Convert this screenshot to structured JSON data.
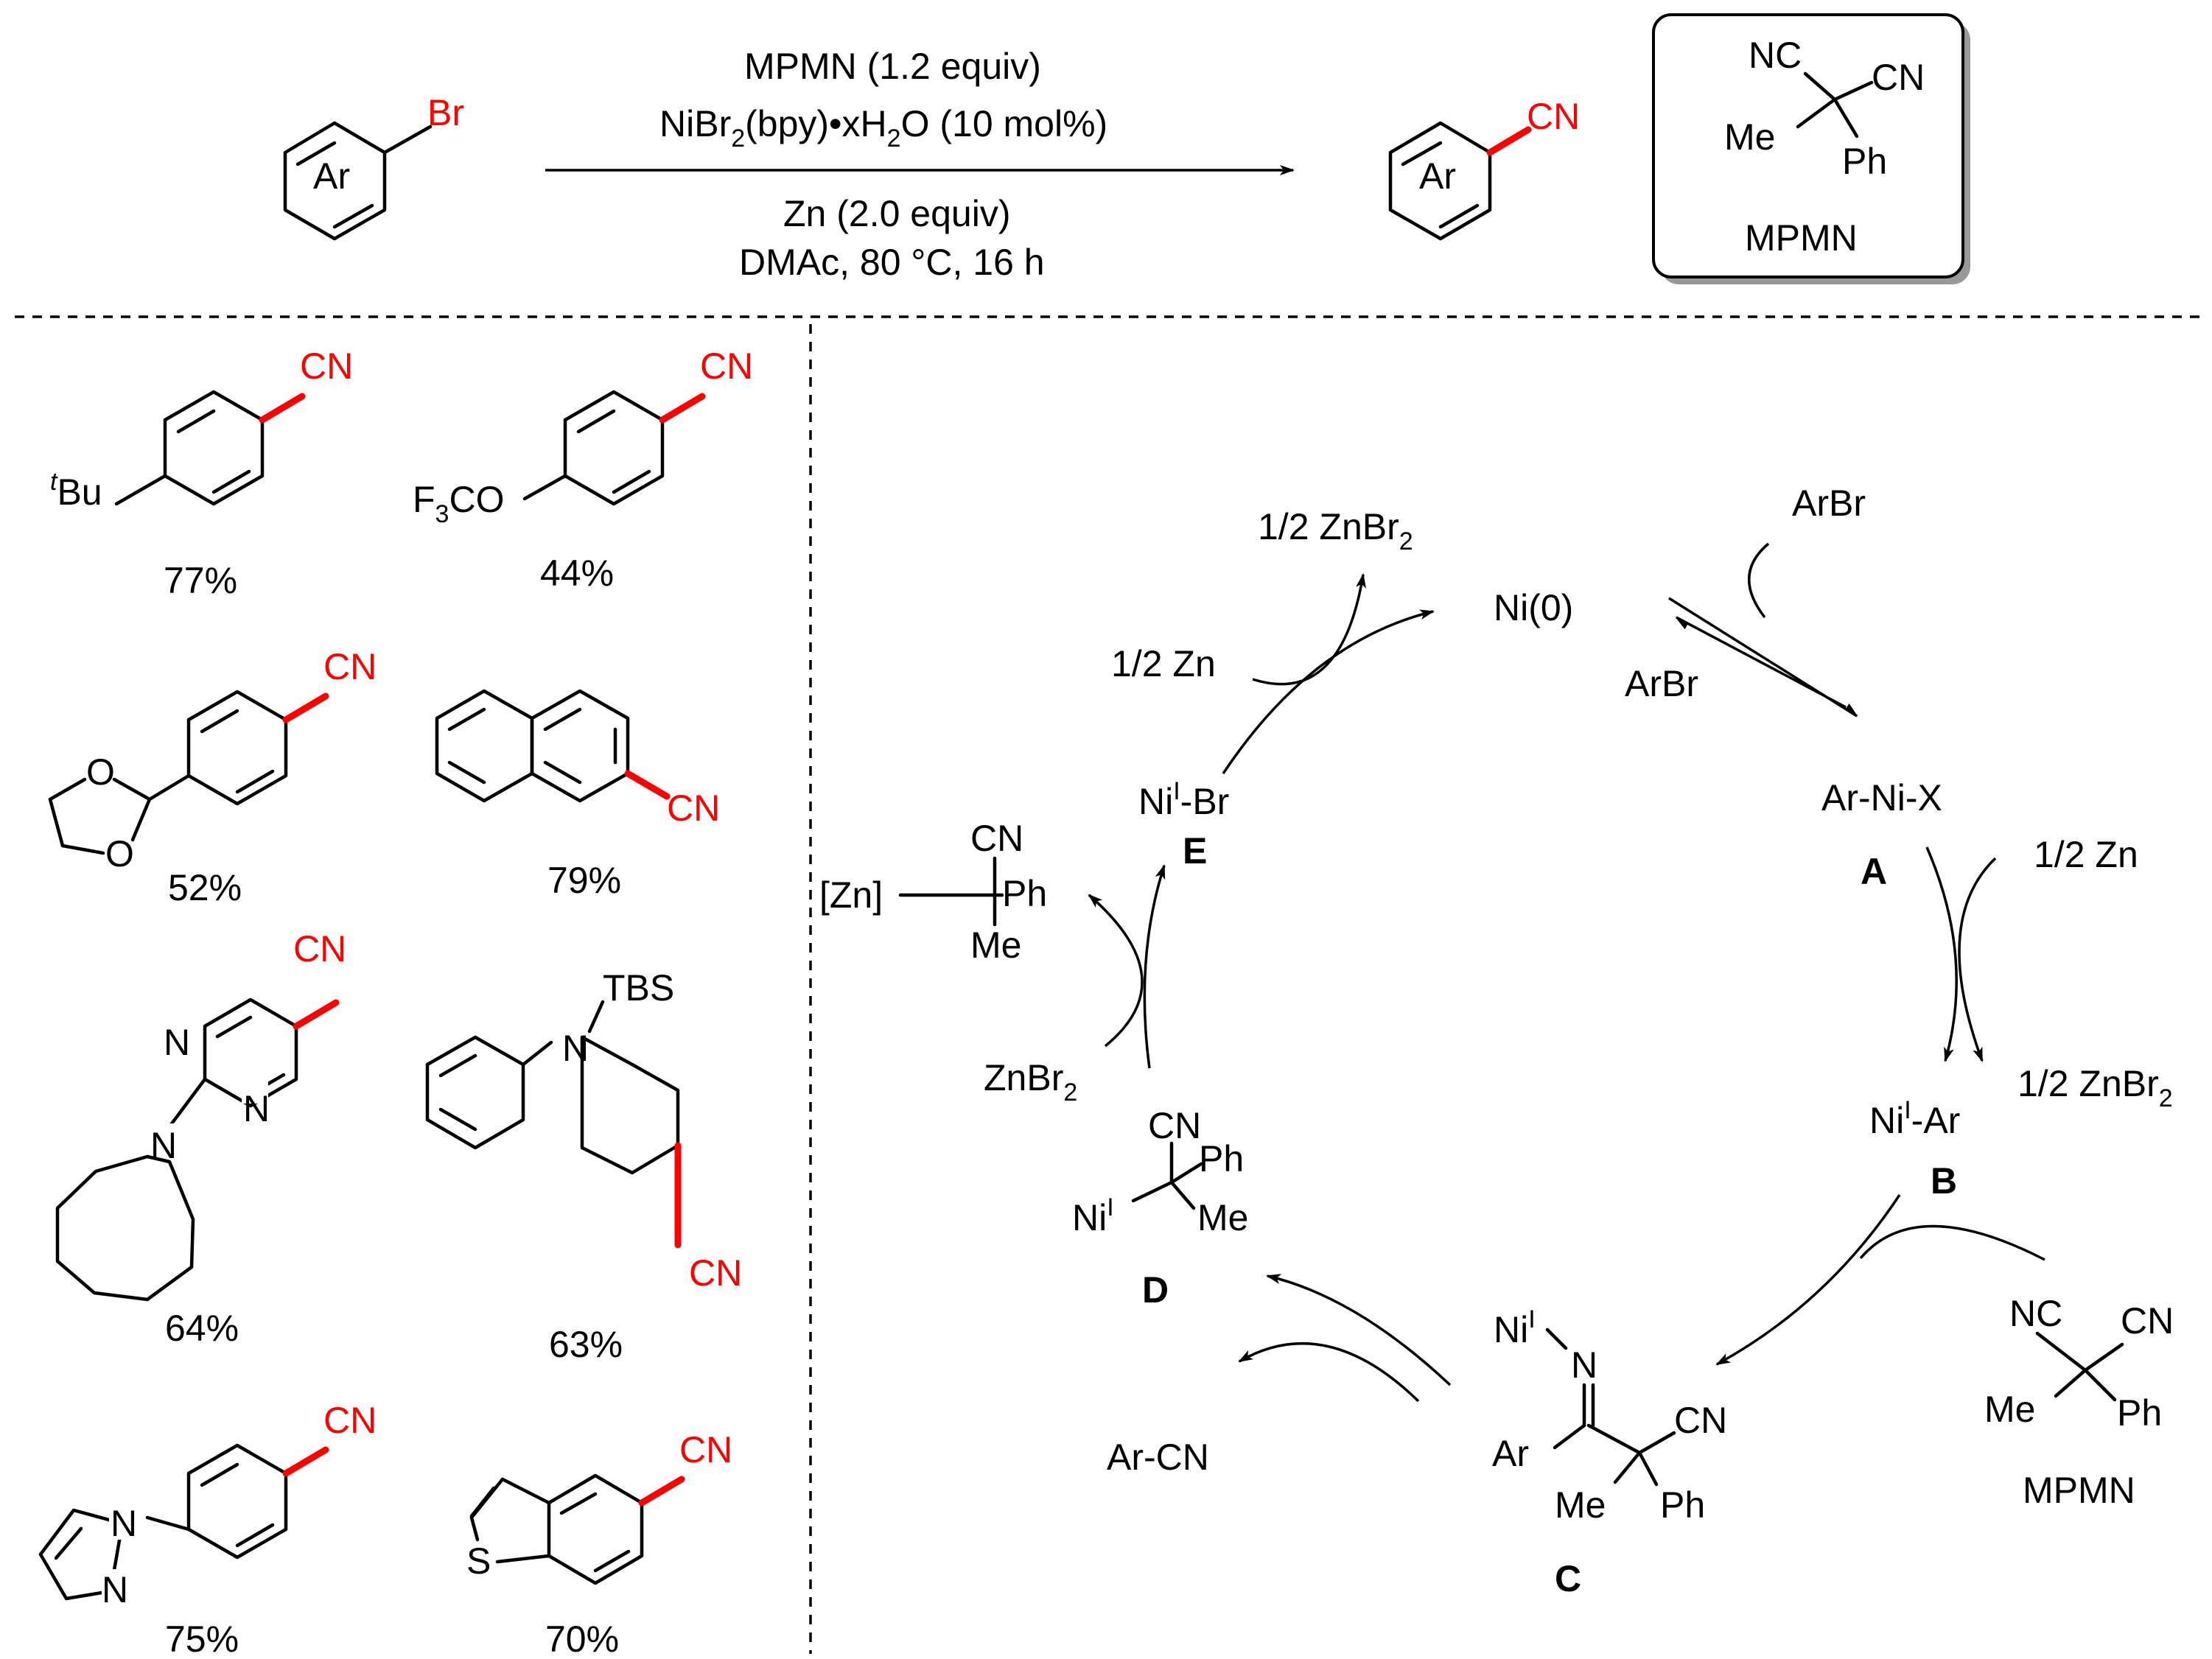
{
  "reaction": {
    "reactant_label": "Ar",
    "reactant_sub": "Br",
    "reagent_line1": "MPMN (1.2 equiv)",
    "reagent_line2_a": "NiBr",
    "reagent_line2_b": "2",
    "reagent_line2_c": "(bpy)•xH",
    "reagent_line2_d": "2",
    "reagent_line2_e": "O (10 mol%)",
    "cond_line1": "Zn (2.0 equiv)",
    "cond_line2": "DMAc, 80 °C, 16 h",
    "product_label": "Ar",
    "product_sub": "CN",
    "box": {
      "nc": "NC",
      "cn": "CN",
      "me": "Me",
      "ph": "Ph",
      "title": "MPMN"
    }
  },
  "scope": [
    {
      "id": "tbu",
      "yield": "77%",
      "cn": "CN",
      "sub_sup": "t",
      "sub": "Bu"
    },
    {
      "id": "ocf3",
      "yield": "44%",
      "cn": "CN",
      "sub_a": "F",
      "sub_b": "3",
      "sub_c": "CO"
    },
    {
      "id": "dioxolane",
      "yield": "52%",
      "cn": "CN",
      "o1": "O",
      "o2": "O"
    },
    {
      "id": "naphthyl",
      "yield": "79%",
      "cn": "CN"
    },
    {
      "id": "pyrimidine",
      "yield": "64%",
      "cn": "CN",
      "n1": "N",
      "n2": "N",
      "n3": "N"
    },
    {
      "id": "carbazole",
      "yield": "63%",
      "cn": "CN",
      "n": "N",
      "tbs": "TBS"
    },
    {
      "id": "pyrazole",
      "yield": "75%",
      "cn": "CN",
      "n1": "N",
      "n2": "N"
    },
    {
      "id": "benzothiophene",
      "yield": "70%",
      "cn": "CN",
      "s": "S"
    }
  ],
  "cycle": {
    "ni0": "Ni(0)",
    "arbr_in": "ArBr",
    "arbr_out": "ArBr",
    "A_text": "Ar-Ni-X",
    "A_label": "A",
    "half_zn_right": "1/2 Zn",
    "half_znbr2_right_a": "1/2 ZnBr",
    "half_znbr2_right_b": "2",
    "B_text_a": "Ni",
    "B_text_sup": "I",
    "B_text_b": "-Ar",
    "B_label": "B",
    "mpmn": {
      "nc": "NC",
      "cn": "CN",
      "me": "Me",
      "ph": "Ph",
      "title": "MPMN"
    },
    "C": {
      "ni": "Ni",
      "sup": "I",
      "n": "N",
      "ar": "Ar",
      "cn": "CN",
      "me": "Me",
      "ph": "Ph",
      "label": "C"
    },
    "arcn": "Ar-CN",
    "D": {
      "cn": "CN",
      "ph": "Ph",
      "ni": "Ni",
      "sup": "I",
      "me": "Me",
      "label": "D"
    },
    "znbr2_a": "ZnBr",
    "znbr2_b": "2",
    "zn_complex": {
      "zn": "[Zn]",
      "cn": "CN",
      "ph": "Ph",
      "me": "Me"
    },
    "E_text_a": "Ni",
    "E_text_sup": "I",
    "E_text_b": "-Br",
    "E_label": "E",
    "half_zn_left": "1/2 Zn",
    "half_znbr2_top_a": "1/2 ZnBr",
    "half_znbr2_top_b": "2"
  }
}
